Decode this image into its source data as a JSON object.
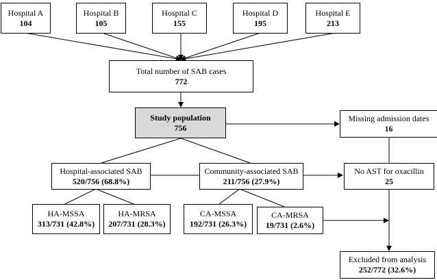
{
  "hospitals": [
    {
      "name": "Hospital A",
      "count": "104"
    },
    {
      "name": "Hospital B",
      "count": "105"
    },
    {
      "name": "Hospital C",
      "count": "155"
    },
    {
      "name": "Hospital D",
      "count": "195"
    },
    {
      "name": "Hospital E",
      "count": "213"
    }
  ],
  "total": {
    "label": "Total number of SAB cases",
    "value": "772"
  },
  "study": {
    "label": "Study population",
    "value": "756"
  },
  "missing": {
    "label": "Missing admission dates",
    "value": "16"
  },
  "no_ast": {
    "label": "No AST for oxacillin",
    "value": "25"
  },
  "hospital_associated": {
    "label": "Hospital-associated SAB",
    "value": "520/756 (68.8%)"
  },
  "community_associated": {
    "label": "Community-associated SAB",
    "value": "211/756 (27.9%)"
  },
  "ha_mssa": {
    "label": "HA-MSSA",
    "value": "313/731 (42.8%)"
  },
  "ha_mrsa": {
    "label": "HA-MRSA",
    "value": "207/731 (28.3%)"
  },
  "ca_mssa": {
    "label": "CA-MSSA",
    "value": "192/731 (26.3%)"
  },
  "ca_mrsa": {
    "label": "CA-MRSA",
    "value": "19/731 (2.6%)"
  },
  "excluded": {
    "label": "Excluded from analysis",
    "value": "252/772 (32.6%)"
  }
}
